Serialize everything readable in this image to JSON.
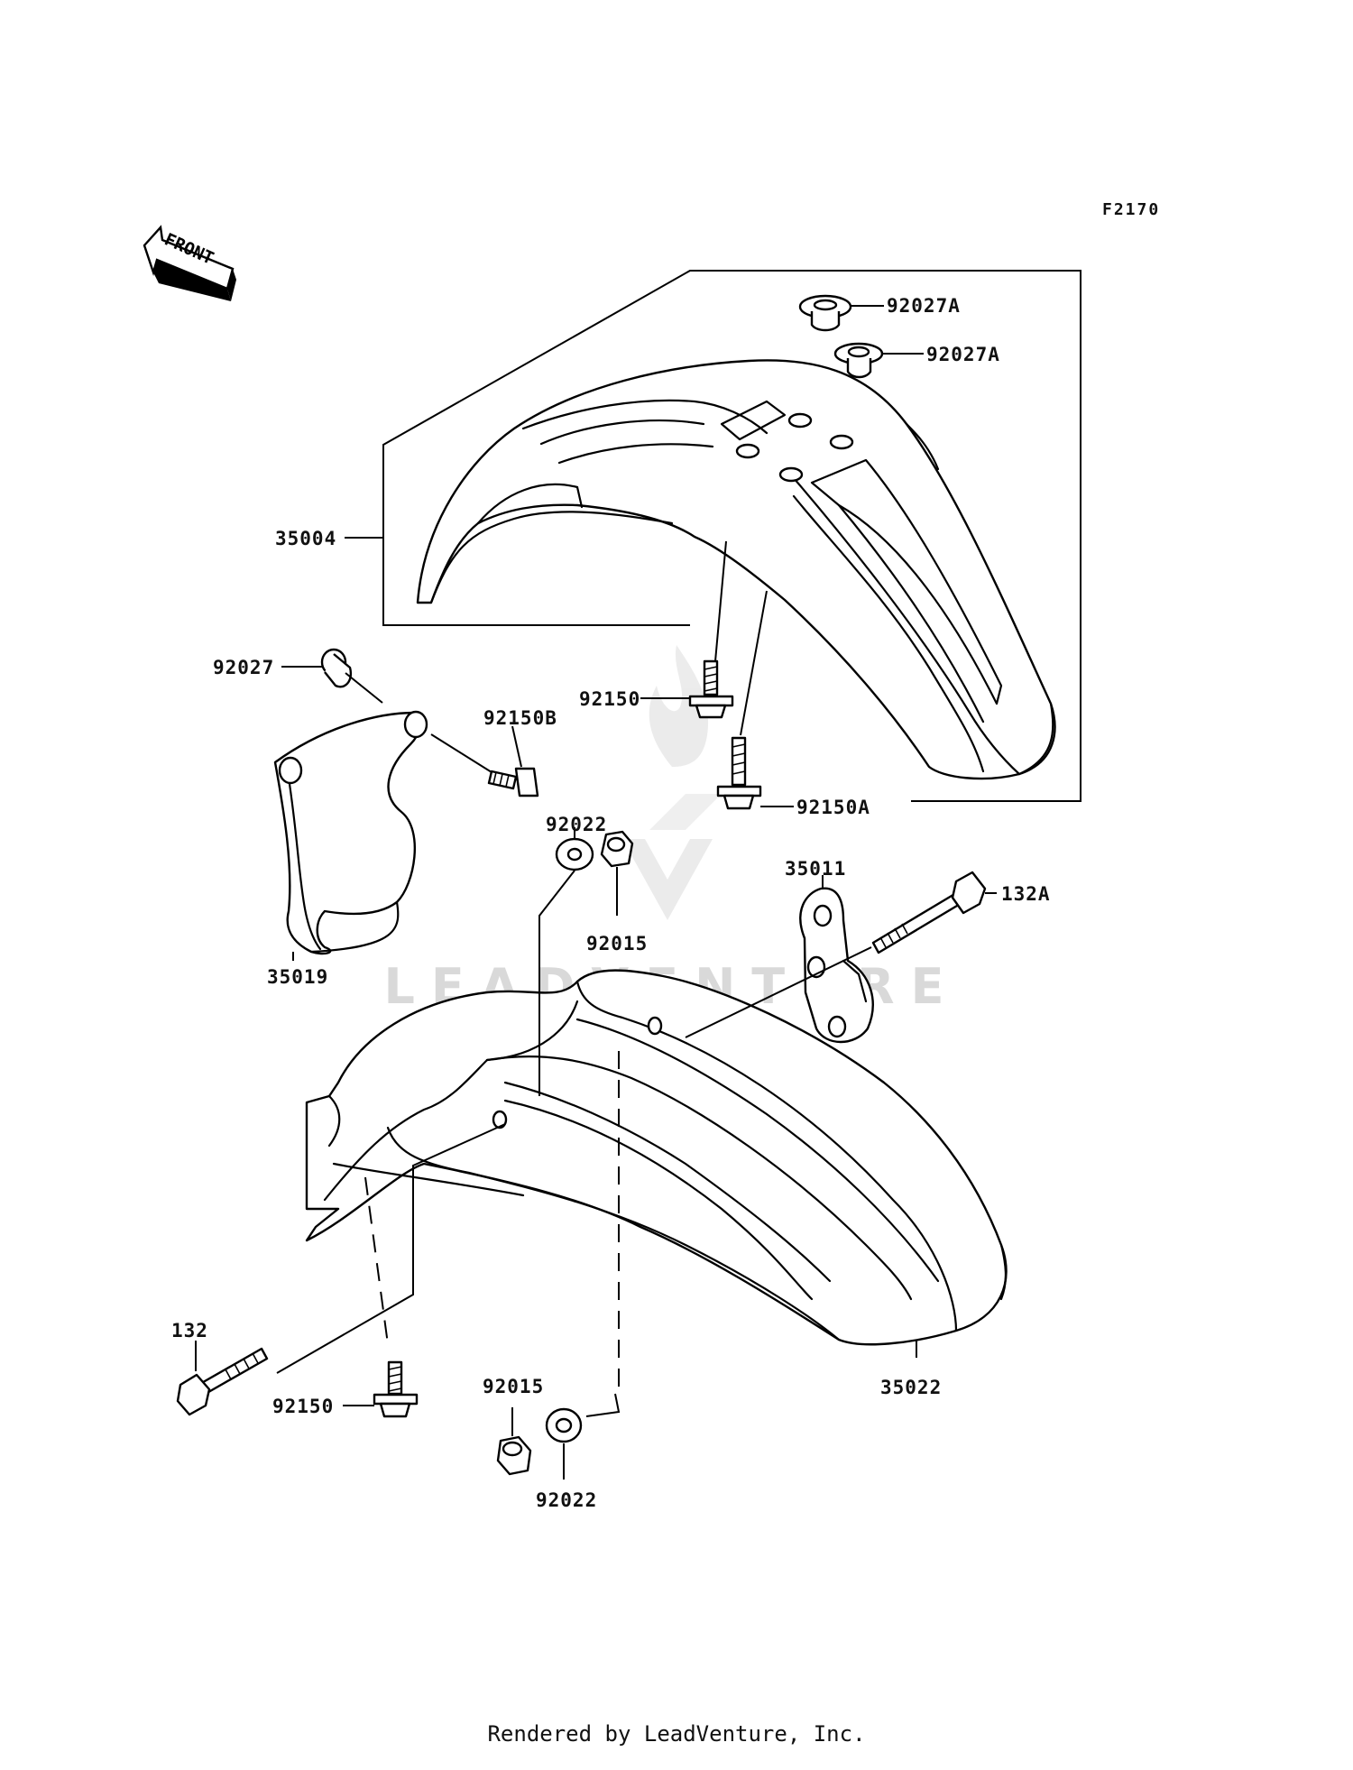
{
  "figure_code": "F2170",
  "front_arrow_text": "FRONT",
  "watermark": "LEADVENTURE",
  "footer": "Rendered by LeadVenture, Inc.",
  "labels": {
    "p92027A_1": "92027A",
    "p92027A_2": "92027A",
    "p35004": "35004",
    "p92027": "92027",
    "p92150_top": "92150",
    "p92150B": "92150B",
    "p92150A": "92150A",
    "p92022_top": "92022",
    "p92015_top": "92015",
    "p35011": "35011",
    "p132A": "132A",
    "p35019": "35019",
    "p132": "132",
    "p92150_bottom": "92150",
    "p92015_bottom": "92015",
    "p35022": "35022",
    "p92022_bottom": "92022"
  }
}
